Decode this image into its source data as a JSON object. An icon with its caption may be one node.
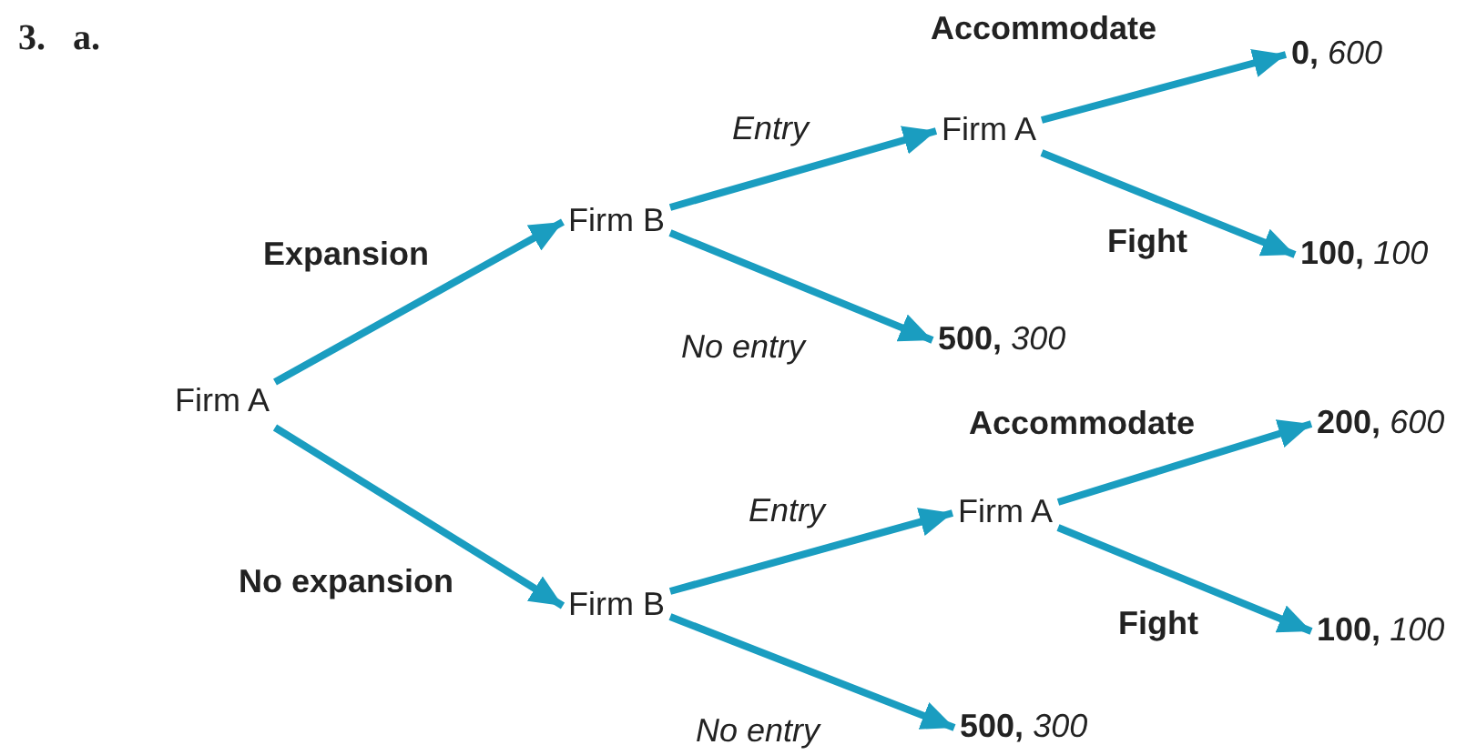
{
  "diagram": {
    "nodes": [
      {
        "text": [
          "Firm A"
        ]
      },
      {
        "text": [
          "Firm B"
        ]
      },
      {
        "text": [
          "Firm A"
        ]
      },
      {
        "text": [
          "**0,** *600*"
        ]
      },
      {
        "text": [
          "**100,** *100*"
        ]
      },
      {
        "text": [
          "**500,** *300*"
        ]
      },
      {
        "text": [
          "Firm B"
        ]
      },
      {
        "text": [
          "Firm A"
        ]
      },
      {
        "text": [
          "**200,** *600*"
        ]
      },
      {
        "text": [
          "**100,** *100*"
        ]
      },
      {
        "text": [
          "**500,** *300*"
        ]
      }
    ],
    "edges": [
      {
        "from": 0,
        "to": 1,
        "arrow": "to",
        "label": "Expansion"
      },
      {
        "from": 0,
        "to": 6,
        "arrow": "to",
        "label": "No expansion"
      },
      {
        "from": 1,
        "to": 2,
        "arrow": "to",
        "label": "Entry"
      },
      {
        "from": 1,
        "to": 5,
        "arrow": "to",
        "label": "No entry"
      },
      {
        "from": 2,
        "to": 3,
        "arrow": "to",
        "label": "Accommodate"
      },
      {
        "from": 2,
        "to": 4,
        "arrow": "to",
        "label": "Fight"
      },
      {
        "from": 6,
        "to": 7,
        "arrow": "to",
        "label": "Entry"
      },
      {
        "from": 6,
        "to": 10,
        "arrow": "to",
        "label": "No entry"
      },
      {
        "from": 7,
        "to": 8,
        "arrow": "to",
        "label": "Accommodate"
      },
      {
        "from": 7,
        "to": 9,
        "arrow": "to",
        "label": "Fight"
      }
    ],
    "labels": [
      "3.   a."
    ]
  }
}
